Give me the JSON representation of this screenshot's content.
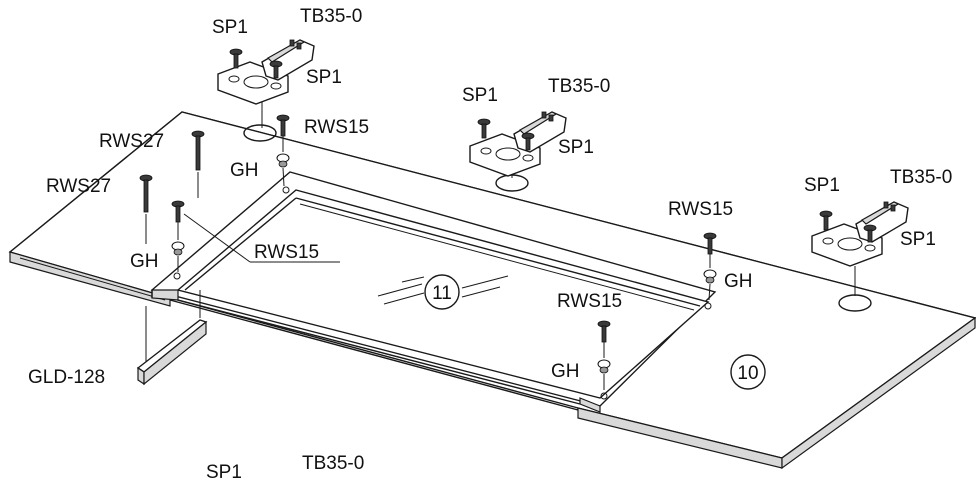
{
  "parts": {
    "sp1": "SP1",
    "tb35": "TB35-0",
    "rws15": "RWS15",
    "rws27": "RWS27",
    "gh": "GH",
    "gld128": "GLD-128",
    "panel10": "10",
    "panel11": "11"
  }
}
